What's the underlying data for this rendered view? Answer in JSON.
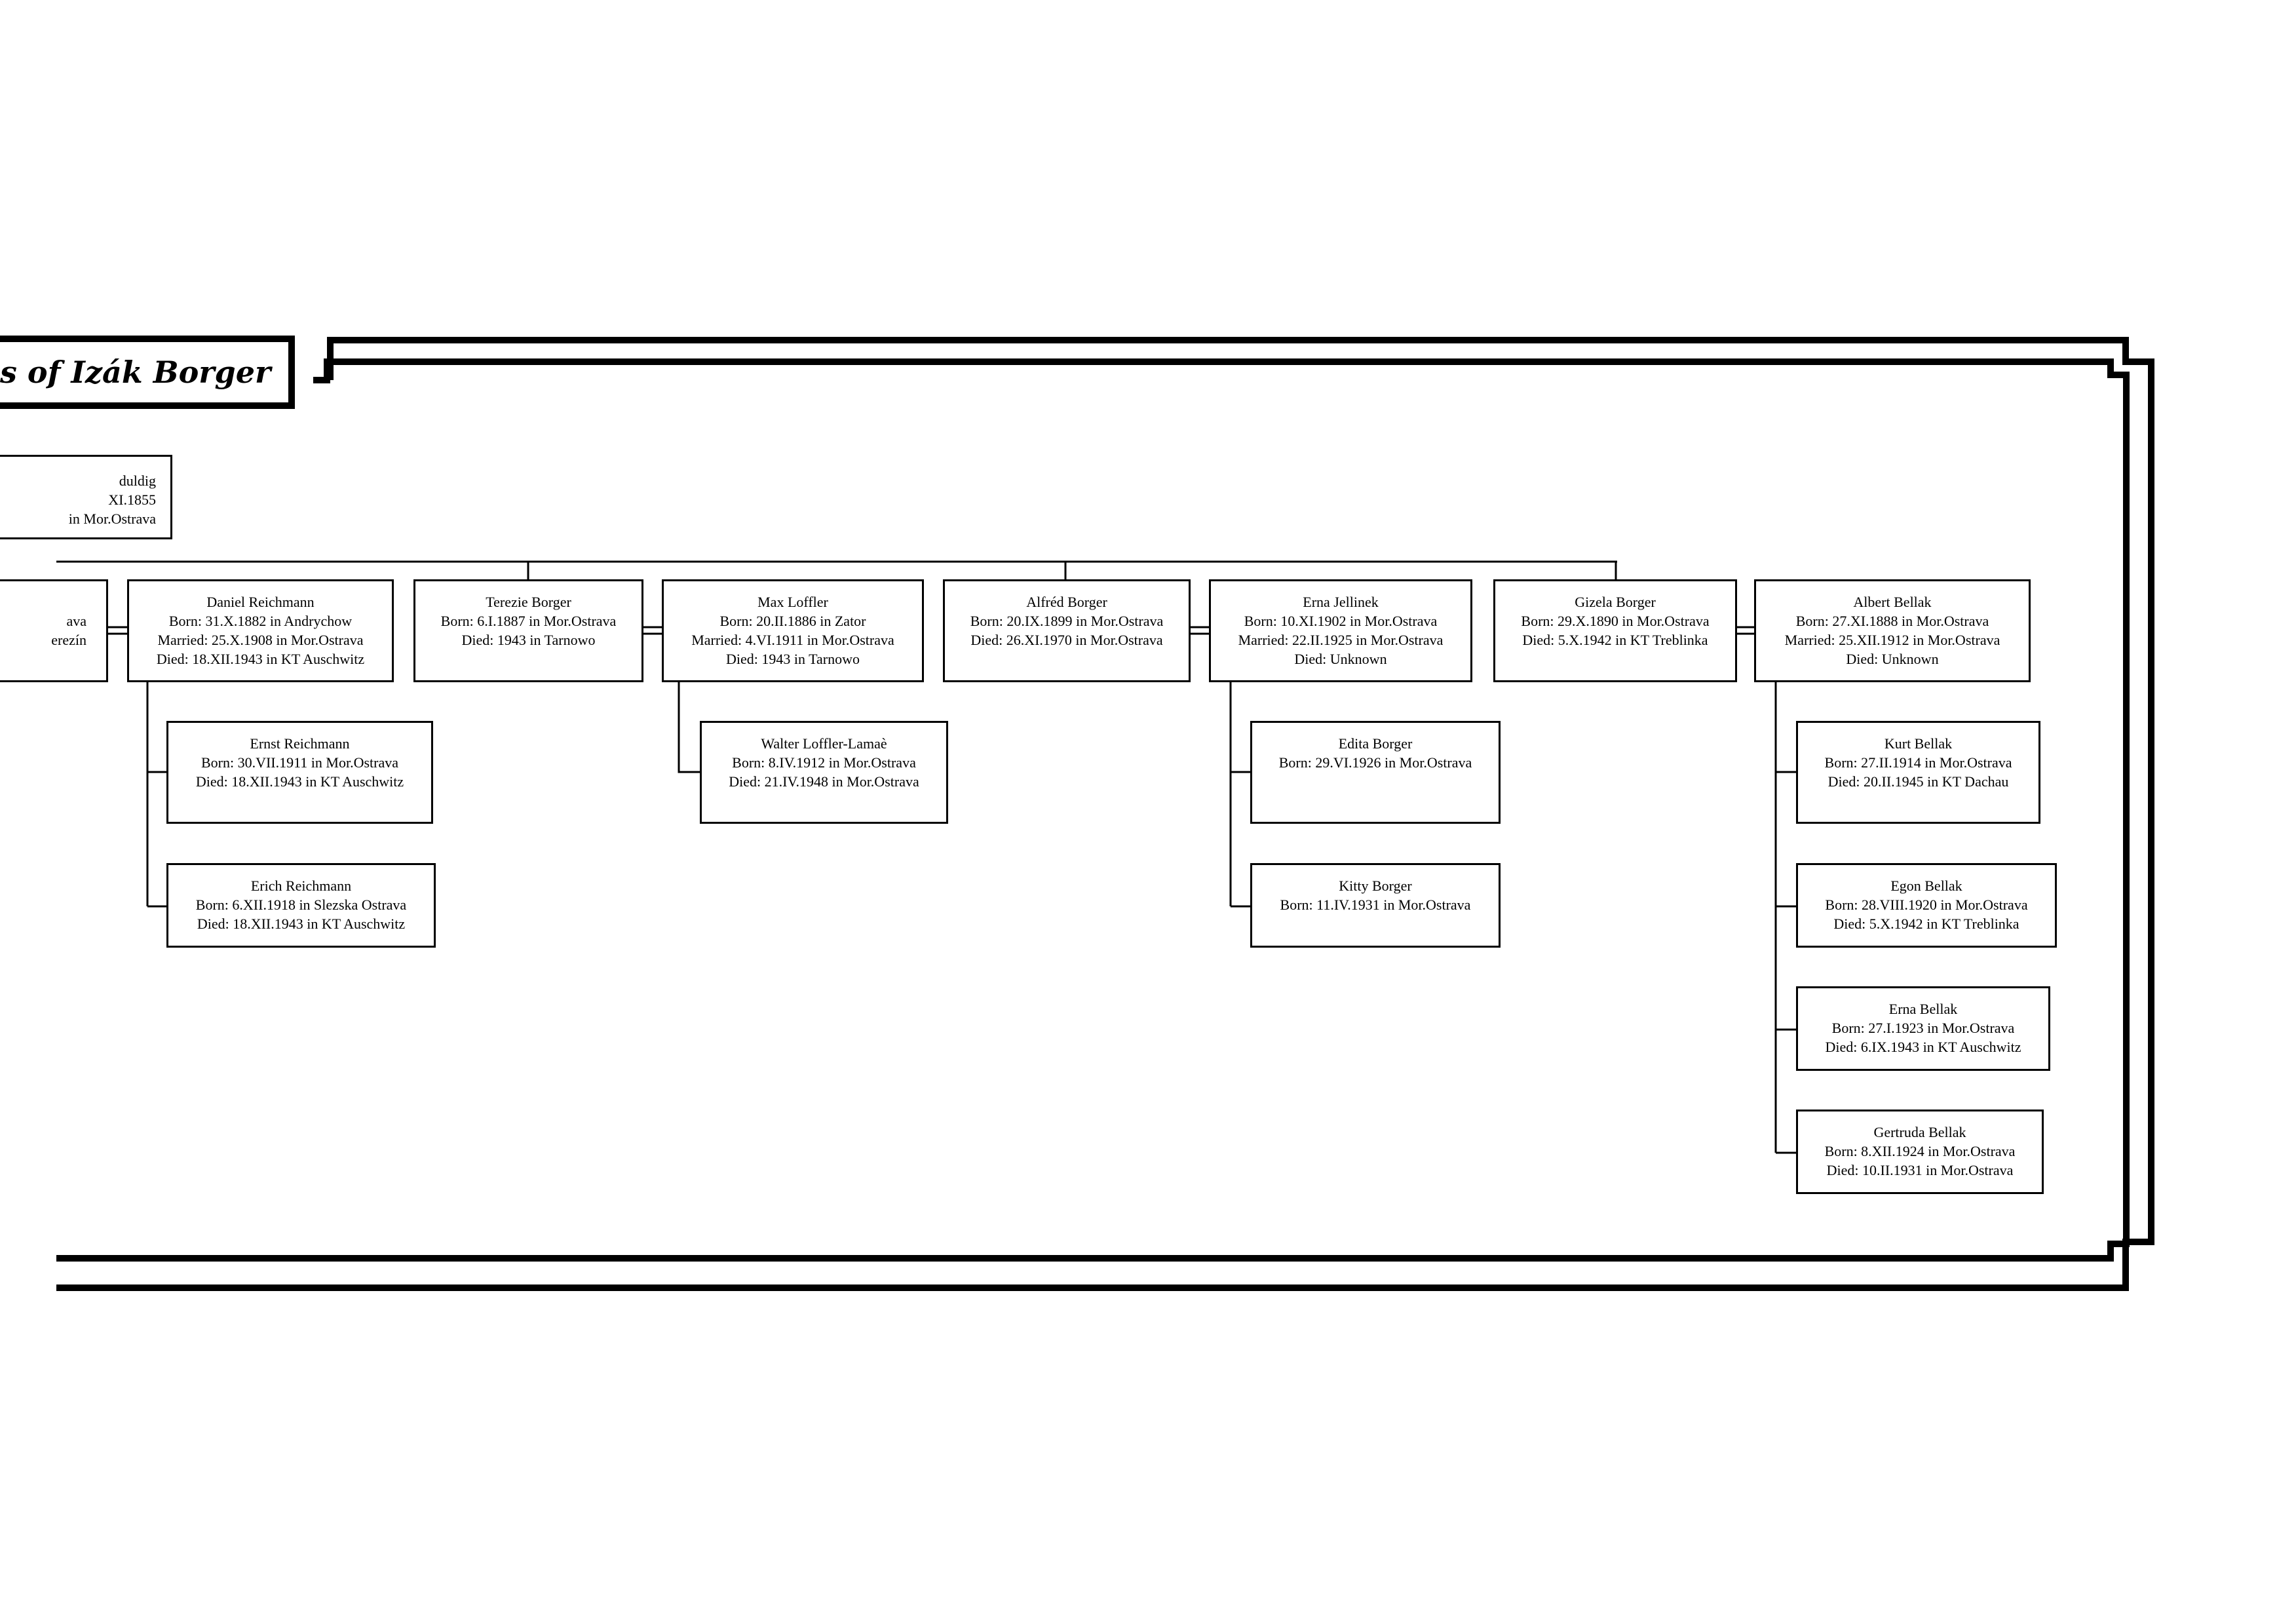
{
  "title": "s of Izák Borger",
  "persons": [
    {
      "id": "p-gisela-left",
      "lines": [
        "duldig",
        "XI.1855",
        "in Mor.Ostrava"
      ]
    },
    {
      "id": "p-left-spouse",
      "lines": [
        "",
        "ava",
        "erezín"
      ]
    },
    {
      "id": "p-daniel-reichmann",
      "lines": [
        "Daniel Reichmann",
        "Born: 31.X.1882 in Andrychow",
        "Married: 25.X.1908 in Mor.Ostrava",
        "Died: 18.XII.1943 in KT Auschwitz"
      ]
    },
    {
      "id": "p-terezie-borger",
      "lines": [
        "Terezie Borger",
        "Born: 6.I.1887 in Mor.Ostrava",
        "Died: 1943 in Tarnowo"
      ]
    },
    {
      "id": "p-max-loffler",
      "lines": [
        "Max Loffler",
        "Born: 20.II.1886 in Zator",
        "Married: 4.VI.1911 in Mor.Ostrava",
        "Died: 1943 in Tarnowo"
      ]
    },
    {
      "id": "p-alfred-borger",
      "lines": [
        "Alfréd Borger",
        "Born: 20.IX.1899 in Mor.Ostrava",
        "Died: 26.XI.1970 in Mor.Ostrava"
      ]
    },
    {
      "id": "p-erna-jellinek",
      "lines": [
        "Erna Jellinek",
        "Born: 10.XI.1902 in Mor.Ostrava",
        "Married: 22.II.1925 in Mor.Ostrava",
        "Died: Unknown"
      ]
    },
    {
      "id": "p-gizela-borger",
      "lines": [
        "Gizela Borger",
        "Born: 29.X.1890 in Mor.Ostrava",
        "Died: 5.X.1942 in KT Treblinka"
      ]
    },
    {
      "id": "p-albert-bellak",
      "lines": [
        "Albert Bellak",
        "Born: 27.XI.1888 in Mor.Ostrava",
        "Married: 25.XII.1912 in Mor.Ostrava",
        "Died: Unknown"
      ]
    },
    {
      "id": "p-ernst-reichmann",
      "lines": [
        "Ernst Reichmann",
        "Born: 30.VII.1911 in Mor.Ostrava",
        "Died: 18.XII.1943 in KT Auschwitz"
      ]
    },
    {
      "id": "p-erich-reichmann",
      "lines": [
        "Erich Reichmann",
        "Born: 6.XII.1918 in Slezska Ostrava",
        "Died: 18.XII.1943 in KT Auschwitz"
      ]
    },
    {
      "id": "p-walter-loffler-lamae",
      "lines": [
        "Walter Loffler-Lamaè",
        "Born: 8.IV.1912 in Mor.Ostrava",
        "Died: 21.IV.1948 in Mor.Ostrava"
      ]
    },
    {
      "id": "p-edita-borger",
      "lines": [
        "Edita Borger",
        "Born: 29.VI.1926 in Mor.Ostrava"
      ]
    },
    {
      "id": "p-kitty-borger",
      "lines": [
        "Kitty Borger",
        "Born: 11.IV.1931 in Mor.Ostrava"
      ]
    },
    {
      "id": "p-kurt-bellak",
      "lines": [
        "Kurt Bellak",
        "Born: 27.II.1914 in Mor.Ostrava",
        "Died: 20.II.1945 in KT Dachau"
      ]
    },
    {
      "id": "p-egon-bellak",
      "lines": [
        "Egon Bellak",
        "Born: 28.VIII.1920 in Mor.Ostrava",
        "Died: 5.X.1942 in KT Treblinka"
      ]
    },
    {
      "id": "p-erna-bellak",
      "lines": [
        "Erna Bellak",
        "Born: 27.I.1923 in Mor.Ostrava",
        "Died: 6.IX.1943 in KT Auschwitz"
      ]
    },
    {
      "id": "p-gertruda-bellak",
      "lines": [
        "Gertruda Bellak",
        "Born: 8.XII.1924 in Mor.Ostrava",
        "Died: 10.II.1931 in Mor.Ostrava"
      ]
    }
  ]
}
